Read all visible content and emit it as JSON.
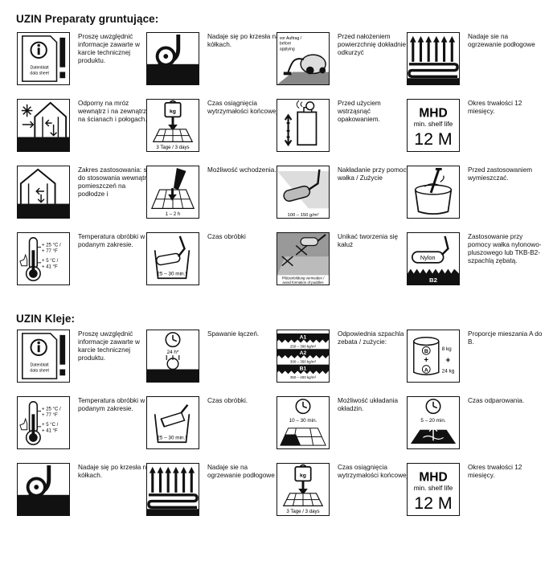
{
  "sections": [
    {
      "title": "UZIN Preparaty gruntujące:",
      "items": [
        {
          "icon": "datasheet-icon",
          "text": "Proszę uwzględnić informacje zawarte w karcie technicznej produktu.",
          "caption": "",
          "sub": "Datenblatt data sheet"
        },
        {
          "icon": "castor-wheel-icon",
          "text": "Nadaje się po krzesła na kółkach.",
          "caption": "",
          "sub": ""
        },
        {
          "icon": "vacuum-cleaner-icon",
          "text": "Przed nałożeniem powierzchnię dokładnie odkurzyć",
          "caption": "",
          "sub": "vor Auftrag / before applying"
        },
        {
          "icon": "floor-heating-icon",
          "text": "Nadaje sie na ogrzewanie podłogowe",
          "caption": "",
          "sub": ""
        },
        {
          "icon": "frost-resistant-icon",
          "text": "Odporny na mróz wewnątrz i na zewnątrz, na ścianach i połogach.",
          "caption": "",
          "sub": ""
        },
        {
          "icon": "weight-load-icon",
          "text": "Czas osiągnięcia wytrzymałości końcowej.",
          "caption": "3 Tage / 3 days",
          "sub": ""
        },
        {
          "icon": "shake-container-icon",
          "text": "Przed użyciem wstrząsnąć opakowaniem.",
          "caption": "",
          "sub": ""
        },
        {
          "icon": "shelf-life-icon",
          "text": "Okres trwałości 12 miesięcy.",
          "caption": "",
          "sub": "MHD|min. shelf life|12 M"
        },
        {
          "icon": "indoor-use-icon",
          "text": "Zakres zastosowania: się do stosowania wewnątrz pomieszczeń na podłodze i",
          "caption": "",
          "sub": ""
        },
        {
          "icon": "walk-on-icon",
          "text": "Możliwość wchodzenia.",
          "caption": "1 – 2 h",
          "sub": ""
        },
        {
          "icon": "roller-application-icon",
          "text": "Nakładanie przy pomocy wałka / Zużycie",
          "caption": "100 – 150 g/m²",
          "sub": ""
        },
        {
          "icon": "mix-stir-icon",
          "text": "Przed zastosowaniem wymieszczać.",
          "caption": "",
          "sub": ""
        },
        {
          "icon": "thermometer-icon",
          "text": "Temperatura obróbki w podanym zakresie.",
          "caption": "",
          "sub": "+ 25 °C / + 77 °F|+ 5 °C / + 41 °F"
        },
        {
          "icon": "bucket-roller-icon",
          "text": "Czas obróbki",
          "caption": "25 – 30 min.*",
          "sub": ""
        },
        {
          "icon": "avoid-puddles-icon",
          "text": "Unikać tworzenia się kałuż",
          "caption": "Pfützenbildung vermeiden / avoid formation of puddles",
          "sub": ""
        },
        {
          "icon": "nylon-roller-trowel-icon",
          "text": "Zastosowanie przy pomocy wałka nylonowo-pluszowego lub TKB-B2-szpachlą zębatą.",
          "caption": "Nylon",
          "sub": "B2"
        }
      ]
    },
    {
      "title": "UZIN Kleje:",
      "items": [
        {
          "icon": "datasheet-icon",
          "text": "Proszę uwzględnić informacje zawarte w karcie technicznej produktu.",
          "caption": "",
          "sub": "Datenblatt data sheet"
        },
        {
          "icon": "seam-welding-icon",
          "text": "Spawanie łączeń.",
          "caption": "24 h*",
          "sub": ""
        },
        {
          "icon": "trowel-notch-icon",
          "text": "Odpowiednia szpachla zebata / zużycie:",
          "caption": "",
          "sub": "A1|250 – 300 kg/m²|A2|300 – 350 kg/m²|B1|350 – 400 kg/m²"
        },
        {
          "icon": "mixing-ratio-icon",
          "text": "Proporcje mieszania A do B.",
          "caption": "",
          "sub": "B|8 kg|A|24 kg"
        },
        {
          "icon": "thermometer-icon",
          "text": "Temperatura obróbki w podanym zakresie.",
          "caption": "",
          "sub": "+ 25 °C / + 77 °F|+ 5 °C / + 41 °F"
        },
        {
          "icon": "bucket-trowel-icon",
          "text": "Czas obróbki.",
          "caption": "25 – 30 min.*",
          "sub": ""
        },
        {
          "icon": "laying-time-icon",
          "text": "Możliwość układania okładzin.",
          "caption": "10 – 30 min.",
          "sub": ""
        },
        {
          "icon": "open-time-icon",
          "text": "Czas odparowania.",
          "caption": "5 – 20 min.",
          "sub": ""
        },
        {
          "icon": "castor-wheel-icon",
          "text": "Nadaje się po krzesła na kółkach.",
          "caption": "",
          "sub": ""
        },
        {
          "icon": "floor-heating-icon",
          "text": "Nadaje sie na ogrzewanie podłogowe",
          "caption": "",
          "sub": ""
        },
        {
          "icon": "weight-load-icon",
          "text": "Czas osiągnięcia wytrzymałości końcowej.",
          "caption": "3 Tage / 3 days",
          "sub": ""
        },
        {
          "icon": "shelf-life-icon",
          "text": "Okres trwałości 12 miesięcy.",
          "caption": "",
          "sub": "MHD|min. shelf life|12 M"
        }
      ]
    }
  ]
}
